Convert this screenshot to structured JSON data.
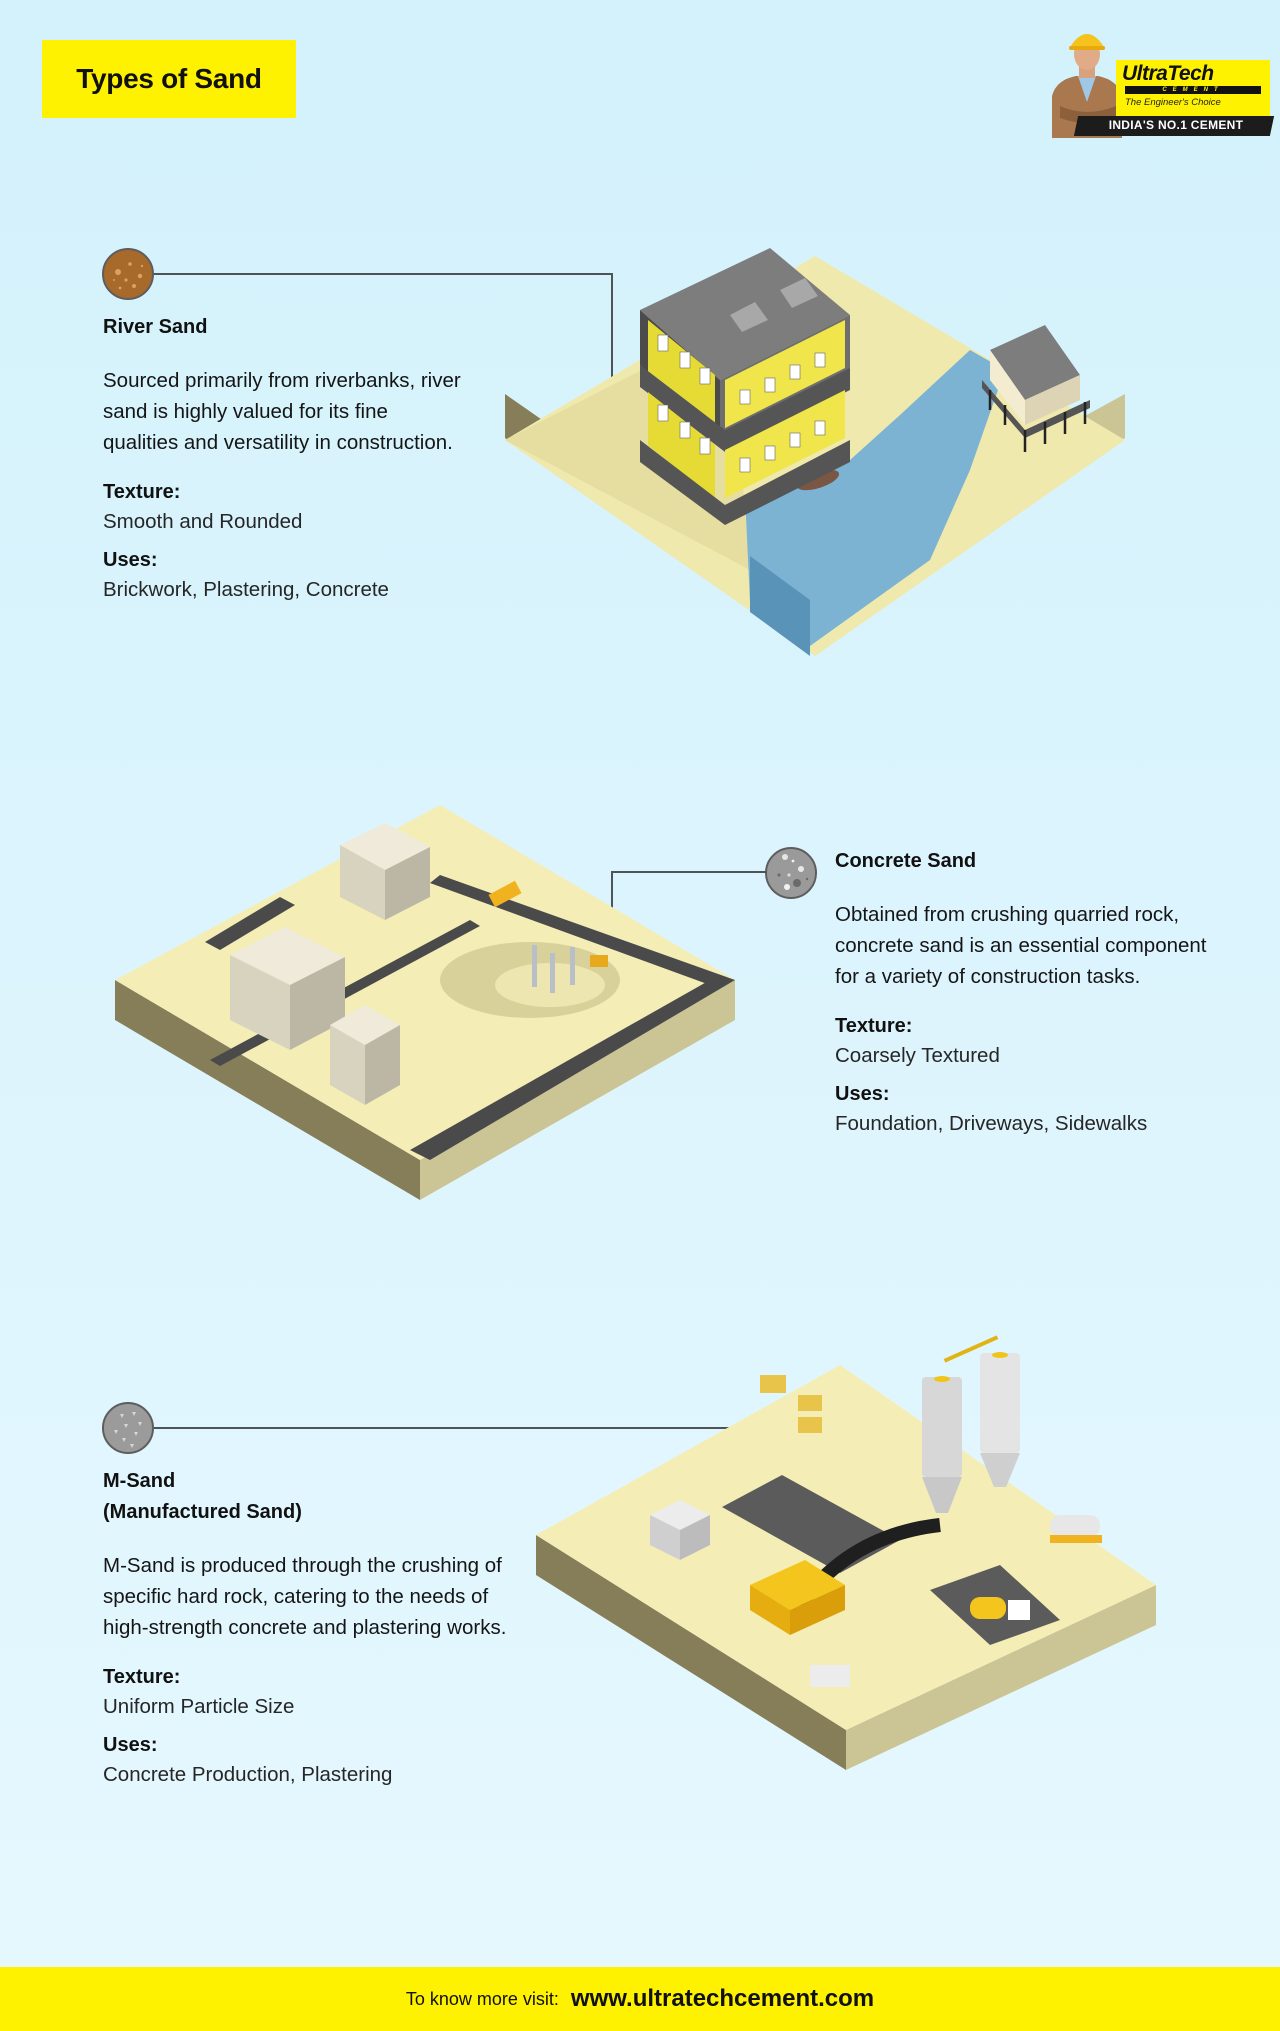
{
  "header": {
    "title": "Types of Sand",
    "title_bg": "#fff200"
  },
  "logo": {
    "brand": "UltraTech",
    "sub": "CEMENT",
    "tagline": "The Engineer's Choice",
    "strip": "INDIA'S NO.1 CEMENT"
  },
  "sections": [
    {
      "title": "River Sand",
      "title_line2": "",
      "icon": "river-sand-swatch-icon",
      "icon_color": "#a86a2b",
      "description": "Sourced primarily from riverbanks, river sand is highly valued for its fine qualities and versatility in construction.",
      "texture_label": "Texture:",
      "texture": "Smooth and Rounded",
      "uses_label": "Uses:",
      "uses": "Brickwork, Plastering, Concrete",
      "illustration": "river-scene-illustration"
    },
    {
      "title": "Concrete Sand",
      "title_line2": "",
      "icon": "concrete-sand-swatch-icon",
      "icon_color": "#9a9a9a",
      "description": "Obtained from crushing quarried rock, concrete sand is an essential component for a variety of construction tasks.",
      "texture_label": "Texture:",
      "texture": "Coarsely Textured",
      "uses_label": "Uses:",
      "uses": "Foundation, Driveways, Sidewalks",
      "illustration": "construction-site-illustration"
    },
    {
      "title": "M-Sand",
      "title_line2": "(Manufactured Sand)",
      "icon": "m-sand-swatch-icon",
      "icon_color": "#9b9b9b",
      "description": "M-Sand is produced through the crushing of specific hard rock, catering to the needs of high-strength concrete and plastering works.",
      "texture_label": "Texture:",
      "texture": "Uniform Particle Size",
      "uses_label": "Uses:",
      "uses": "Concrete Production, Plastering",
      "illustration": "batching-plant-illustration"
    }
  ],
  "footer": {
    "lead": "To know more visit:",
    "url": "www.ultratechcement.com",
    "bg": "#fff200"
  },
  "colors": {
    "background_top": "#d3f2fc",
    "background_bottom": "#e6f8fe",
    "accent_yellow": "#fff200",
    "connector": "#4f5456",
    "sand_top": "#f0e9ad",
    "sand_side_left": "#857e58",
    "sand_side_right": "#cbc596",
    "water": "#7cb3d3"
  }
}
